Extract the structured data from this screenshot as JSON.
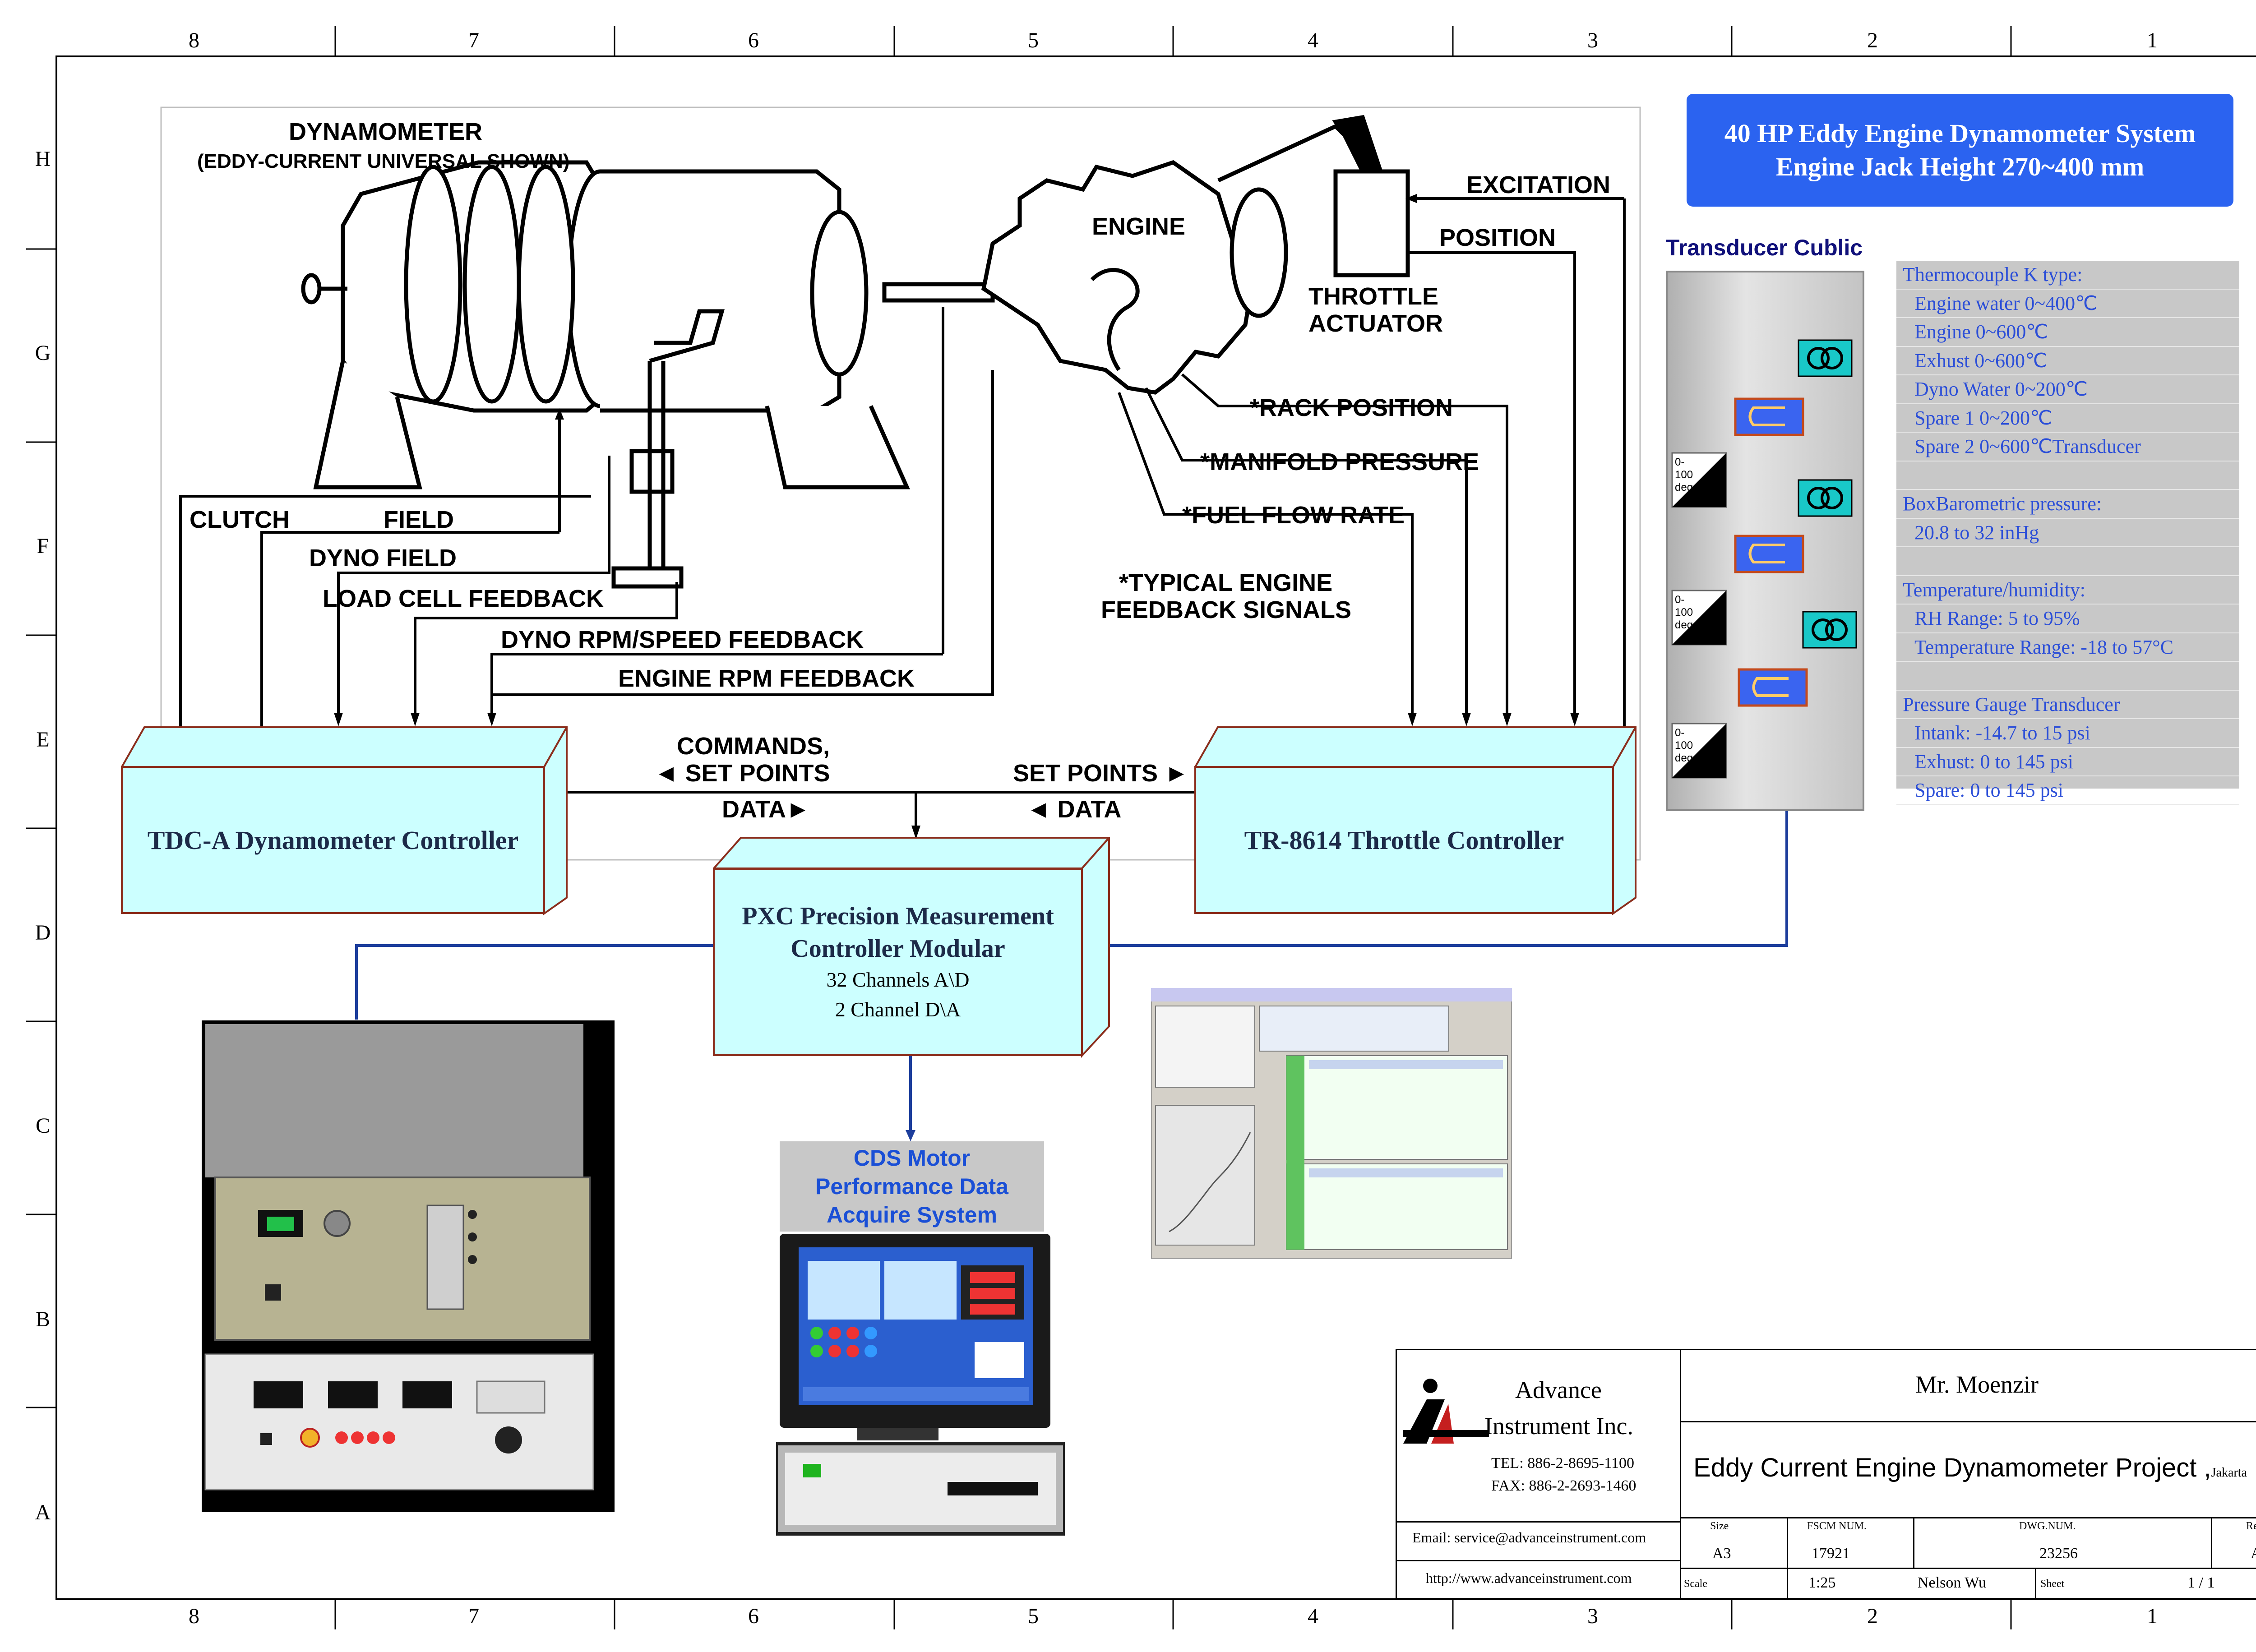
{
  "frame": {
    "columns": [
      "8",
      "7",
      "6",
      "5",
      "4",
      "3",
      "2",
      "1"
    ],
    "rows": [
      "H",
      "G",
      "F",
      "E",
      "D",
      "C",
      "B",
      "A"
    ]
  },
  "title": {
    "line1": "40 HP Eddy Engine Dynamometer System",
    "line2": "Engine Jack Height 270~400 mm"
  },
  "diagram": {
    "dynamometer_title": "DYNAMOMETER",
    "dynamometer_subtitle": "(EDDY-CURRENT UNIVERSAL SHOWN)",
    "engine_label": "ENGINE",
    "throttle_actuator_line1": "THROTTLE",
    "throttle_actuator_line2": "ACTUATOR",
    "excitation": "EXCITATION",
    "position": "POSITION",
    "rack_position": "*RACK POSITION",
    "manifold_pressure": "*MANIFOLD PRESSURE",
    "fuel_flow_rate": "*FUEL FLOW RATE",
    "typical_line1": "*TYPICAL ENGINE",
    "typical_line2": "FEEDBACK SIGNALS",
    "clutch": "CLUTCH",
    "field": "FIELD",
    "dyno_field": "DYNO FIELD",
    "load_cell_feedback": "LOAD CELL FEEDBACK",
    "dyno_rpm_feedback": "DYNO  RPM/SPEED FEEDBACK",
    "engine_rpm_feedback": "ENGINE RPM FEEDBACK",
    "commands": "COMMANDS,",
    "set_points_left": "◄ SET POINTS",
    "data_left": "DATA►",
    "set_points_right": "SET POINTS ►",
    "data_right": "◄ DATA"
  },
  "controllers": {
    "tdc": "TDC-A Dynamometer Controller",
    "tr": "TR-8614 Throttle Controller",
    "pxc_line1": "PXC Precision Measurement",
    "pxc_line2": "Controller Modular",
    "pxc_line3": "32 Channels A\\D",
    "pxc_line4": "2 Channel D\\A"
  },
  "transducer": {
    "title": "Transducer Cublic",
    "gauge_text": [
      "0-",
      "100",
      "deg"
    ]
  },
  "specs": [
    {
      "text": "Thermocouple K type:",
      "indent": false
    },
    {
      "text": "Engine water 0~400℃",
      "indent": true
    },
    {
      "text": "Engine 0~600℃",
      "indent": true
    },
    {
      "text": "Exhust 0~600℃",
      "indent": true
    },
    {
      "text": "Dyno Water 0~200℃",
      "indent": true
    },
    {
      "text": "Spare 1 0~200℃",
      "indent": true
    },
    {
      "text": "Spare 2 0~600℃Transducer",
      "indent": true
    },
    {
      "text": "",
      "indent": false
    },
    {
      "text": "BoxBarometric pressure:",
      "indent": false
    },
    {
      "text": "20.8 to 32 inHg",
      "indent": true
    },
    {
      "text": "",
      "indent": false
    },
    {
      "text": "Temperature/humidity:",
      "indent": false
    },
    {
      "text": "RH Range: 5 to 95%",
      "indent": true
    },
    {
      "text": "Temperature Range: -18 to 57°C",
      "indent": true
    },
    {
      "text": "",
      "indent": false
    },
    {
      "text": "Pressure Gauge Transducer",
      "indent": false
    },
    {
      "text": "Intank: -14.7 to 15 psi",
      "indent": true
    },
    {
      "text": "Exhust: 0 to 145 psi",
      "indent": true
    },
    {
      "text": "Spare:  0 to 145 psi",
      "indent": true
    }
  ],
  "cds": {
    "line1": "CDS Motor",
    "line2": "Performance Data",
    "line3": "Acquire System"
  },
  "title_block": {
    "company_line1": "Advance",
    "company_line2": "Instrument Inc.",
    "tel": "TEL: 886-2-8695-1100",
    "fax": "FAX: 886-2-2693-1460",
    "client": "Mr. Moenzir",
    "project": "Eddy Current Engine Dynamometer Project ,",
    "project_location": "Jakarta",
    "email": "Email: service@advanceinstrument.com",
    "url": "http://www.advanceinstrument.com",
    "size_label": "Size",
    "size_value": "A3",
    "fscm_label": "FSCM NUM.",
    "fscm_value": "17921",
    "dwg_label": "DWG.NUM.",
    "dwg_value": "23256",
    "rev_label": "Rev",
    "rev_value": "A",
    "scale_label": "Scale",
    "scale_value": "1:25",
    "drawn_by": "Nelson Wu",
    "sheet_label": "Sheet",
    "sheet_value": "1 / 1"
  },
  "colors": {
    "title_bg": "#2b63f0",
    "controller_fill": "#ccffff",
    "controller_border": "#8b2d1c",
    "connector_blue": "#1d3e9c",
    "spec_text": "#2b4ed8",
    "spec_bg": "#c8c8c8"
  }
}
